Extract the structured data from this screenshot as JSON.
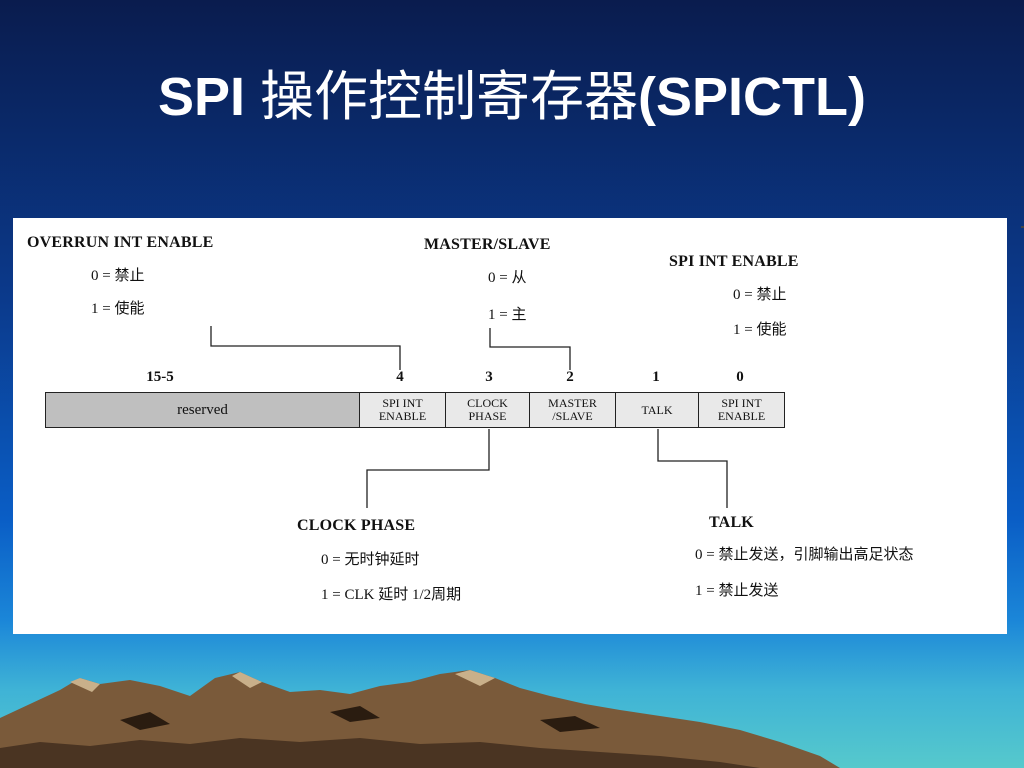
{
  "title": {
    "latin": "SPI",
    "chinese": "操作控制寄存器",
    "suffix": "(SPICTL)"
  },
  "register": {
    "bit_numbers": [
      "15-5",
      "4",
      "3",
      "2",
      "1",
      "0"
    ],
    "cells": [
      "reserved",
      "SPI INT\nENABLE",
      "CLOCK\nPHASE",
      "MASTER\n/SLAVE",
      "TALK",
      "SPI INT\nENABLE"
    ]
  },
  "annotations": {
    "overrun": {
      "heading": "OVERRUN INT ENABLE",
      "opt0": "0 =  禁止",
      "opt1": "1 =  使能"
    },
    "master_slave": {
      "heading": "MASTER/SLAVE",
      "opt0": "0 =  从",
      "opt1": "1 =  主"
    },
    "spi_int": {
      "heading": "SPI INT ENABLE",
      "opt0": "0 =  禁止",
      "opt1": "1 =  使能"
    },
    "clock_phase": {
      "heading": "CLOCK PHASE",
      "opt0": "0 =  无时钟延时",
      "opt1": "1 = CLK  延时  1/2周期"
    },
    "talk": {
      "heading": "TALK",
      "opt0": "0 =  禁止发送，引脚输出高足状态",
      "opt1": "1 =  禁止发送"
    }
  },
  "colors": {
    "title": "#ffffff",
    "reserved_fill": "#bfbfbf",
    "mountain": "#7a5a3a"
  }
}
